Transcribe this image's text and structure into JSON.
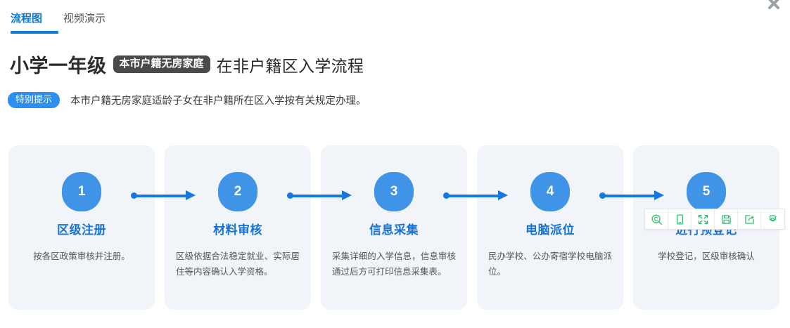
{
  "window": {
    "close_label": "×"
  },
  "tabs": [
    {
      "label": "流程图",
      "active": true
    },
    {
      "label": "视频演示",
      "active": false
    }
  ],
  "heading": {
    "strong": "小学一年级",
    "chip": "本市户籍无房家庭",
    "rest": "在非户籍区入学流程"
  },
  "notice": {
    "badge": "特别提示",
    "text": "本市户籍无房家庭适龄子女在非户籍所在区入学按有关规定办理。"
  },
  "flow": {
    "steps": [
      {
        "number": "1",
        "title": "区级注册",
        "desc": "按各区政策审核并注册。"
      },
      {
        "number": "2",
        "title": "材料审核",
        "desc": "区级依据合法稳定就业、实际居住等内容确认入学资格。"
      },
      {
        "number": "3",
        "title": "信息采集",
        "desc": "采集详细的入学信息，信息审核通过后方可打印信息采集表。"
      },
      {
        "number": "4",
        "title": "电脑派位",
        "desc": "民办学校、公办寄宿学校电脑派位。"
      },
      {
        "number": "5",
        "title": "进行预登记",
        "desc": "学校登记，区级审核确认"
      }
    ]
  },
  "image_toolbar": {
    "buttons": [
      {
        "name": "zoom-icon",
        "title": "放大"
      },
      {
        "name": "mobile-preview-icon",
        "title": "手机预览"
      },
      {
        "name": "fullscreen-icon",
        "title": "全屏"
      },
      {
        "name": "save-icon",
        "title": "保存"
      },
      {
        "name": "share-icon",
        "title": "分享"
      },
      {
        "name": "settings-icon",
        "title": "设置"
      }
    ]
  },
  "colors": {
    "accent_blue": "#1478e0",
    "tab_blue": "#0b7ad4",
    "step_circle": "#3f94e8",
    "card_bg": "#f1f5fa",
    "chip_dark": "#4a4a4a",
    "badge_blue": "#2f8ff0",
    "toolbar_green": "#2fbf71"
  }
}
